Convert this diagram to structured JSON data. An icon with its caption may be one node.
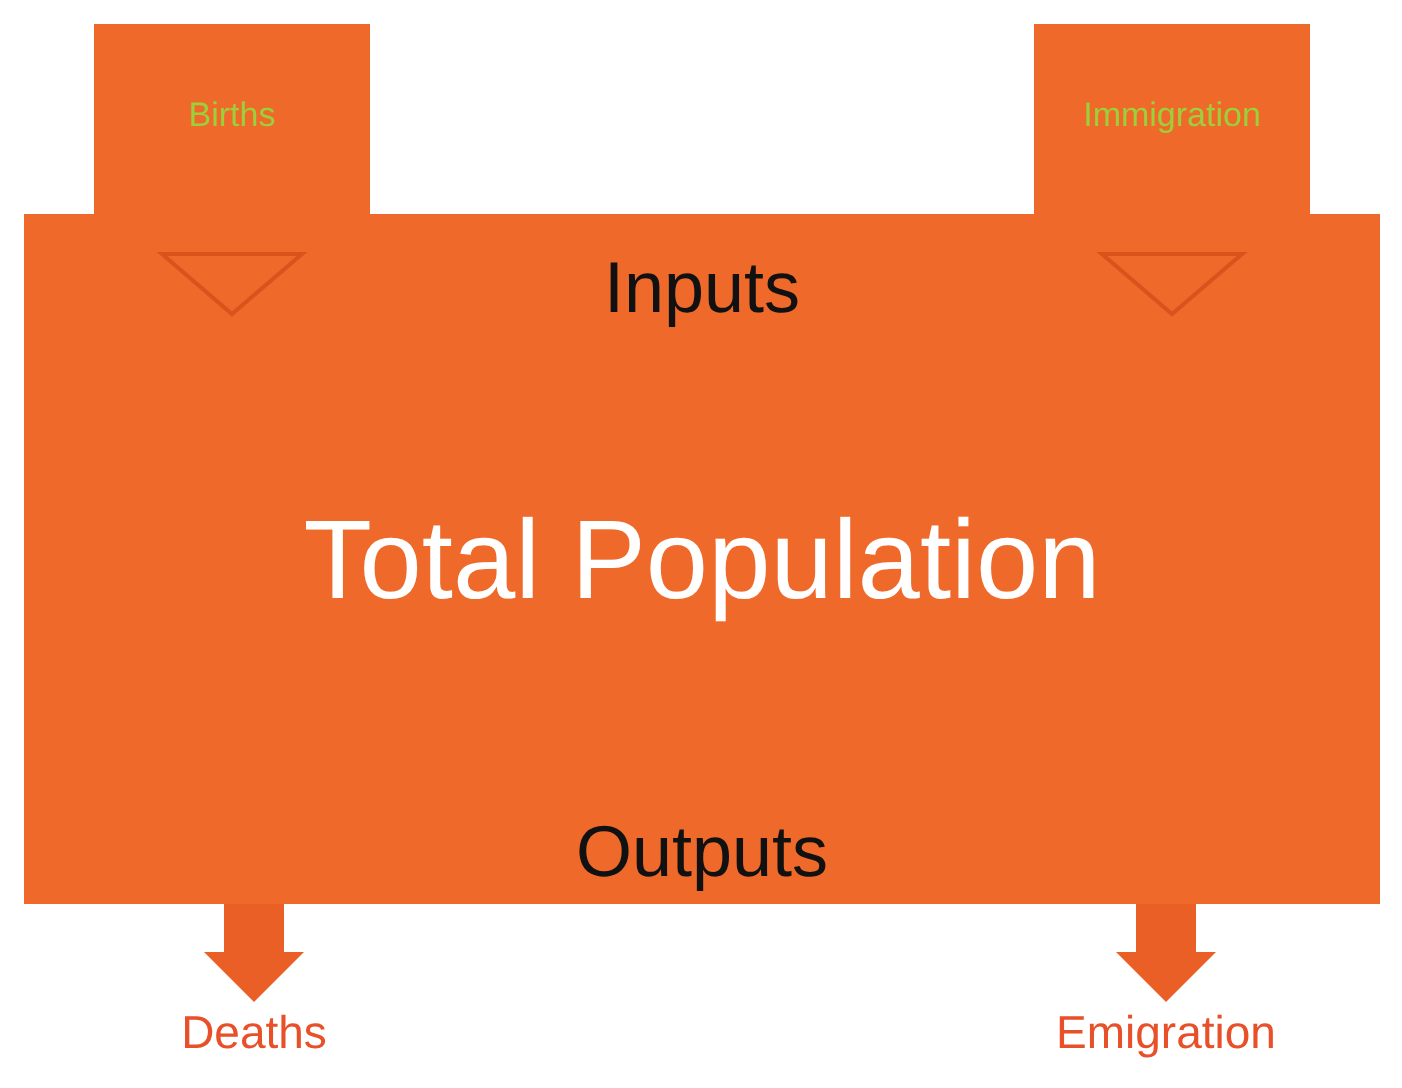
{
  "diagram": {
    "nodes": [
      {
        "text": [
          "Births"
        ]
      },
      {
        "text": [
          "Immigration"
        ]
      },
      {
        "text": [
          "Inputs",
          "Total Population",
          "Outputs"
        ]
      },
      {
        "text": [
          "Deaths"
        ]
      },
      {
        "text": [
          "Emigration"
        ]
      }
    ],
    "edges": [
      {
        "from": 0,
        "to": 2,
        "arrow": "to"
      },
      {
        "from": 1,
        "to": 2,
        "arrow": "to"
      },
      {
        "from": 2,
        "to": 3,
        "arrow": "to"
      },
      {
        "from": 2,
        "to": 4,
        "arrow": "to"
      }
    ]
  }
}
